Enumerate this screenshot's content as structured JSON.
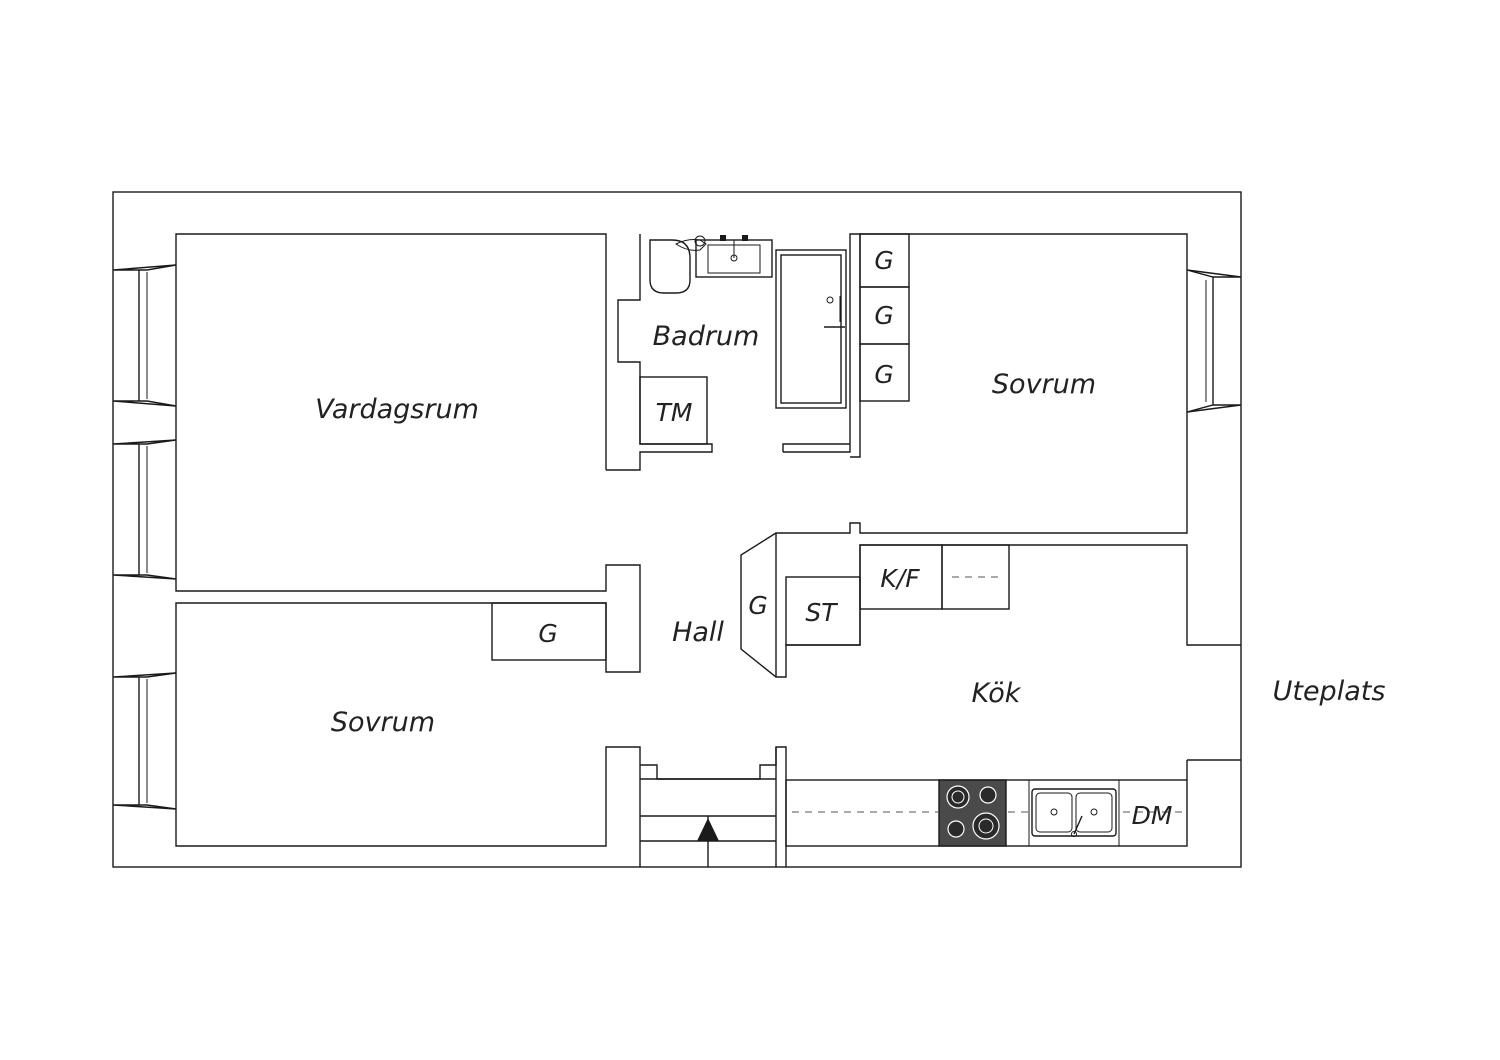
{
  "rooms": {
    "vardagsrum": "Vardagsrum",
    "badrum": "Badrum",
    "tm": "TM",
    "sovrum_right": "Sovrum",
    "sovrum_left": "Sovrum",
    "hall": "Hall",
    "kok": "Kök",
    "uteplats": "Uteplats"
  },
  "fixtures": {
    "garderob_1": "G",
    "garderob_2": "G",
    "garderob_3": "G",
    "garderob_hall": "G",
    "garderob_sovrum": "G",
    "kyl_frys": "K/F",
    "stadskap": "ST",
    "diskmaskin": "DM"
  },
  "icons": {
    "entrance": "entrance-arrow-icon",
    "stove": "stove-icon",
    "sink": "kitchen-sink-icon",
    "toilet": "toilet-icon",
    "bath_sink": "bathroom-sink-icon",
    "shower": "shower-icon"
  },
  "colors": {
    "wall": "#1a1a1a",
    "background": "#ffffff",
    "stove": "#4a4a4a"
  }
}
